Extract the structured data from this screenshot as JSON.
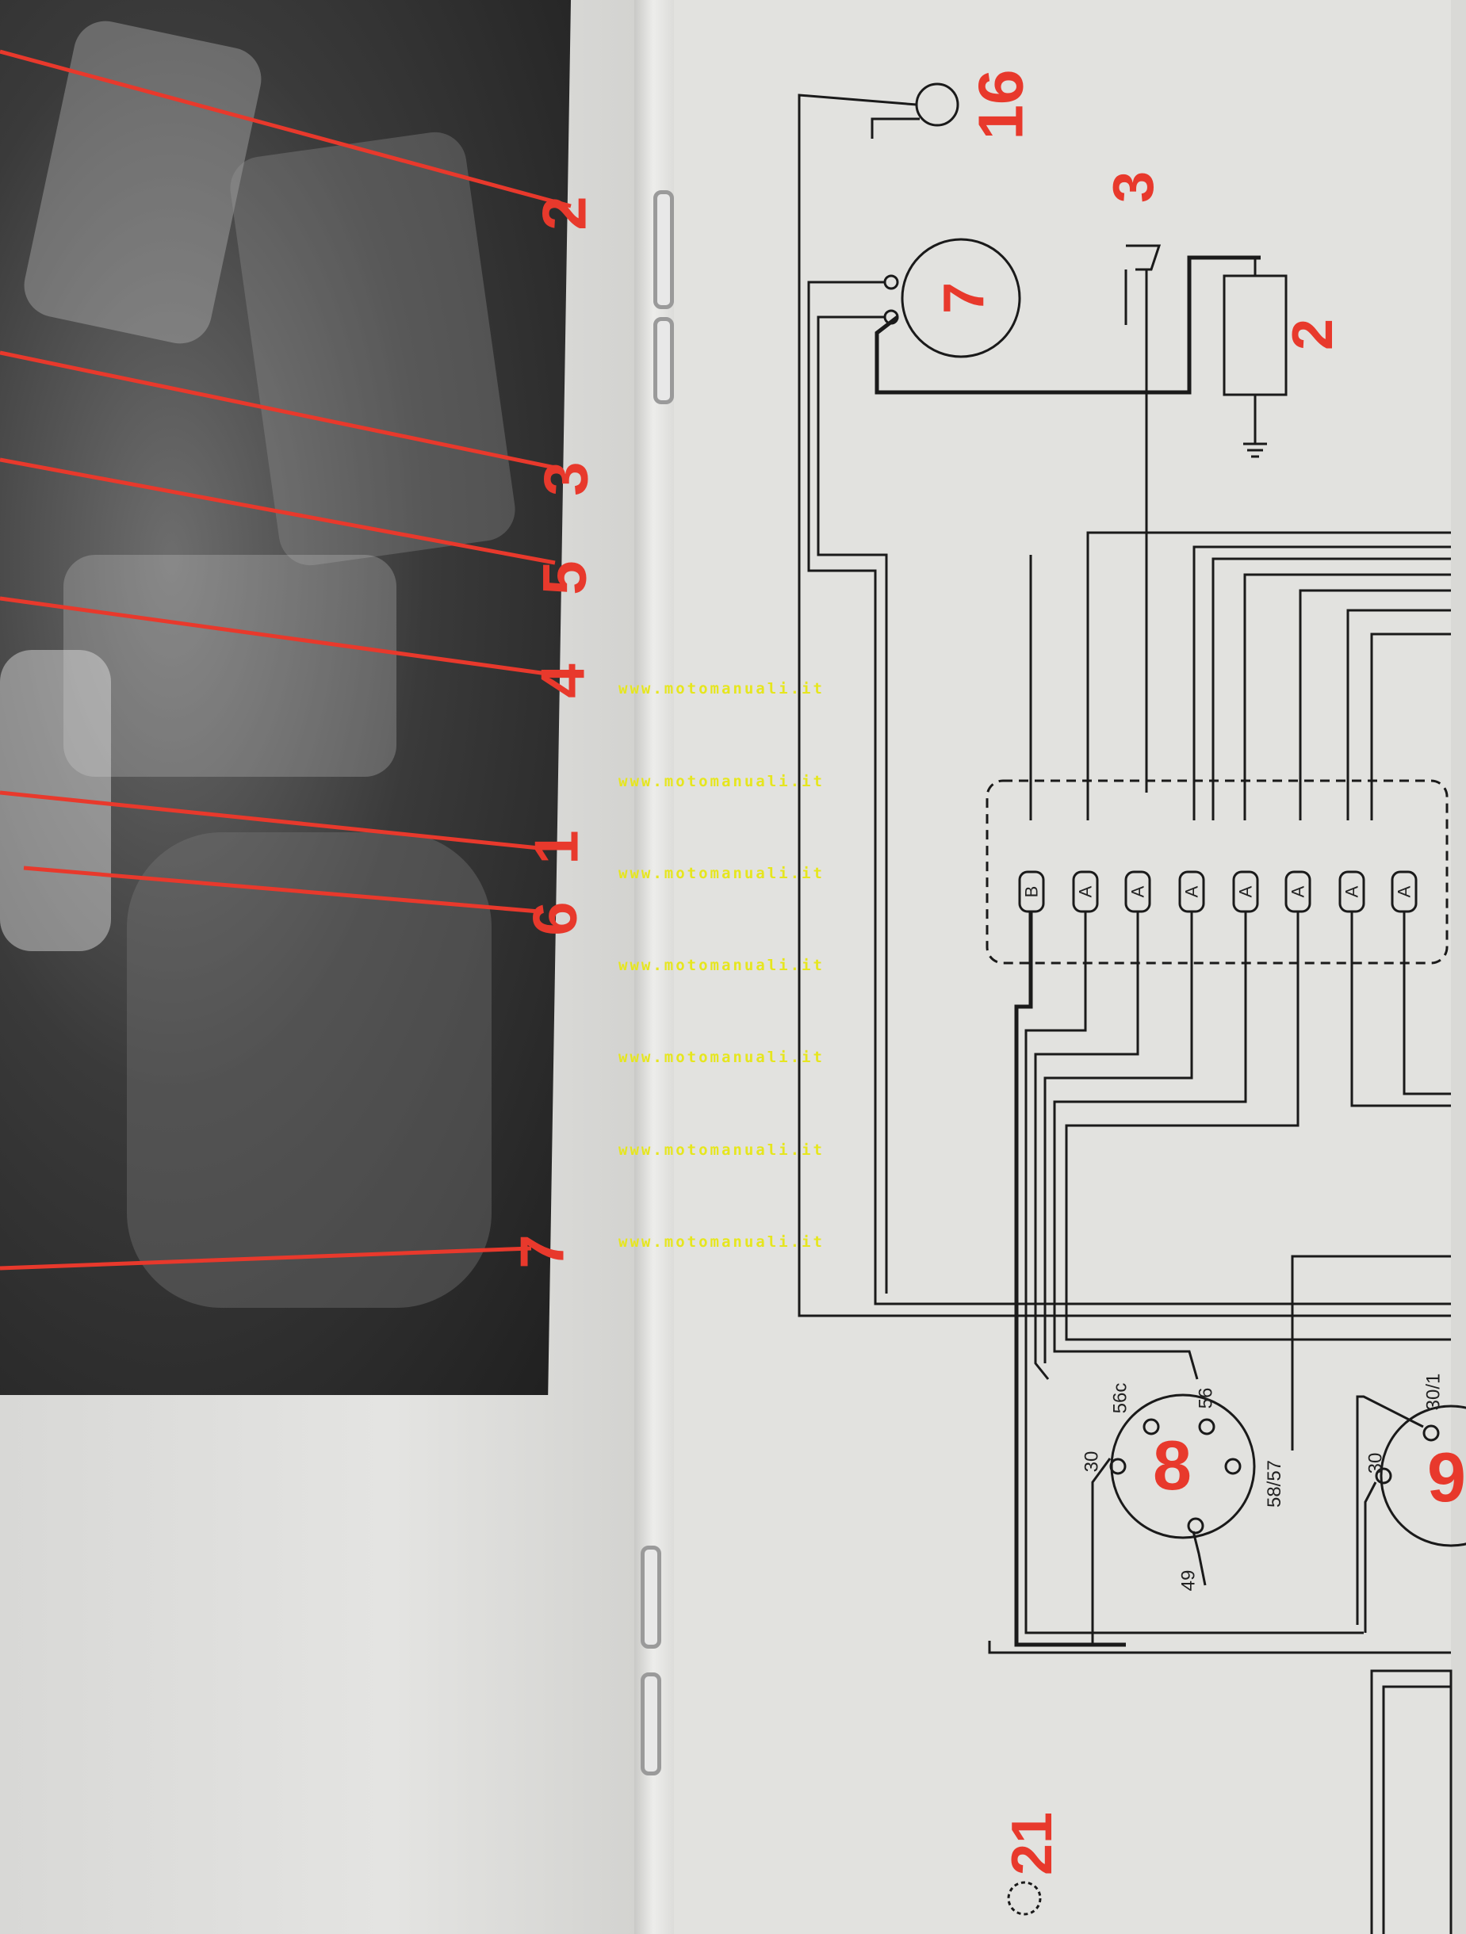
{
  "photo_callouts": [
    "2",
    "3",
    "5",
    "4",
    "1",
    "6",
    "7"
  ],
  "watermark_text": "www.motomanuali.it",
  "watermarks": [
    "www.motomanuali.it",
    "www.motomanuali.it",
    "www.motomanuali.it",
    "www.motomanuali.it",
    "www.motomanuali.it",
    "www.motomanuali.it",
    "www.motomanuali.it"
  ],
  "diagram": {
    "component_numbers": {
      "headlamp": "16",
      "horn": "3",
      "generator": "7",
      "battery": "2",
      "switch_8": "8",
      "switch_9": "9",
      "footer": "21"
    },
    "connector_letters": [
      "B",
      "A",
      "A",
      "A",
      "A",
      "A",
      "A",
      "A"
    ],
    "switch_8_pins": [
      "56c",
      "56",
      "30",
      "58/57",
      "49"
    ],
    "switch_9_pins": [
      "30",
      "30/1"
    ]
  },
  "colors": {
    "callout_red": "#e8392c",
    "watermark_yellow": "#e6e61e",
    "wire_black": "#1a1a1a"
  }
}
